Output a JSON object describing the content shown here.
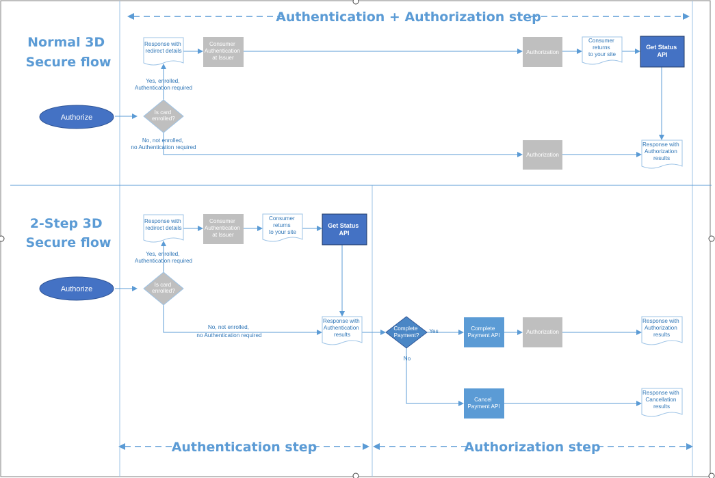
{
  "headers": {
    "top_step": "Authentication + Authorization step",
    "bottom_left_step": "Authentication step",
    "bottom_right_step": "Authorization step"
  },
  "normal": {
    "title": [
      "Normal 3D",
      "Secure flow"
    ],
    "authorize": "Authorize",
    "decision": [
      "Is card",
      "enrolled?"
    ],
    "yes_label": [
      "Yes, enrolled,",
      "Authentication required"
    ],
    "no_label": [
      "No, not enrolled,",
      "no Authentication required"
    ],
    "redirect_doc": [
      "Response with",
      "redirect details"
    ],
    "consumer_auth": [
      "Consumer",
      "Authentication",
      "at Issuer"
    ],
    "authorization_top": "Authorization",
    "consumer_returns": [
      "Consumer",
      "returns",
      "to your site"
    ],
    "get_status": [
      "Get Status",
      "API"
    ],
    "authorization_bottom": "Authorization",
    "auth_results": [
      "Response with",
      "Authorization",
      "results"
    ]
  },
  "twostep": {
    "title": [
      "2-Step 3D",
      "Secure flow"
    ],
    "authorize": "Authorize",
    "decision": [
      "Is card",
      "enrolled?"
    ],
    "yes_label": [
      "Yes, enrolled,",
      "Authentication required"
    ],
    "no_label": [
      "No, not enrolled,",
      "no Authentication required"
    ],
    "redirect_doc": [
      "Response with",
      "redirect details"
    ],
    "consumer_auth": [
      "Consumer",
      "Authentication",
      "at Issuer"
    ],
    "consumer_returns": [
      "Consumer",
      "returns",
      "to your site"
    ],
    "get_status": [
      "Get Status",
      "API"
    ],
    "authn_results": [
      "Response with",
      "Authentication",
      "results"
    ],
    "complete_decision": [
      "Complete",
      "Payment?"
    ],
    "yes": "Yes",
    "no": "No",
    "complete_api": [
      "Complete",
      "Payment API"
    ],
    "authorization": "Authorization",
    "authz_results": [
      "Response with",
      "Authorization",
      "results"
    ],
    "cancel_api": [
      "Cancel",
      "Payment API"
    ],
    "cancel_results": [
      "Response with",
      "Cancellation",
      "results"
    ]
  },
  "colors": {
    "accent": "#5b9bd5",
    "dark_blue": "#4472c4",
    "gray": "#bfbfbf",
    "doc_border": "#9dc3e6",
    "api_fill": "#4472c4",
    "mid_blue": "#5b9bd5"
  }
}
